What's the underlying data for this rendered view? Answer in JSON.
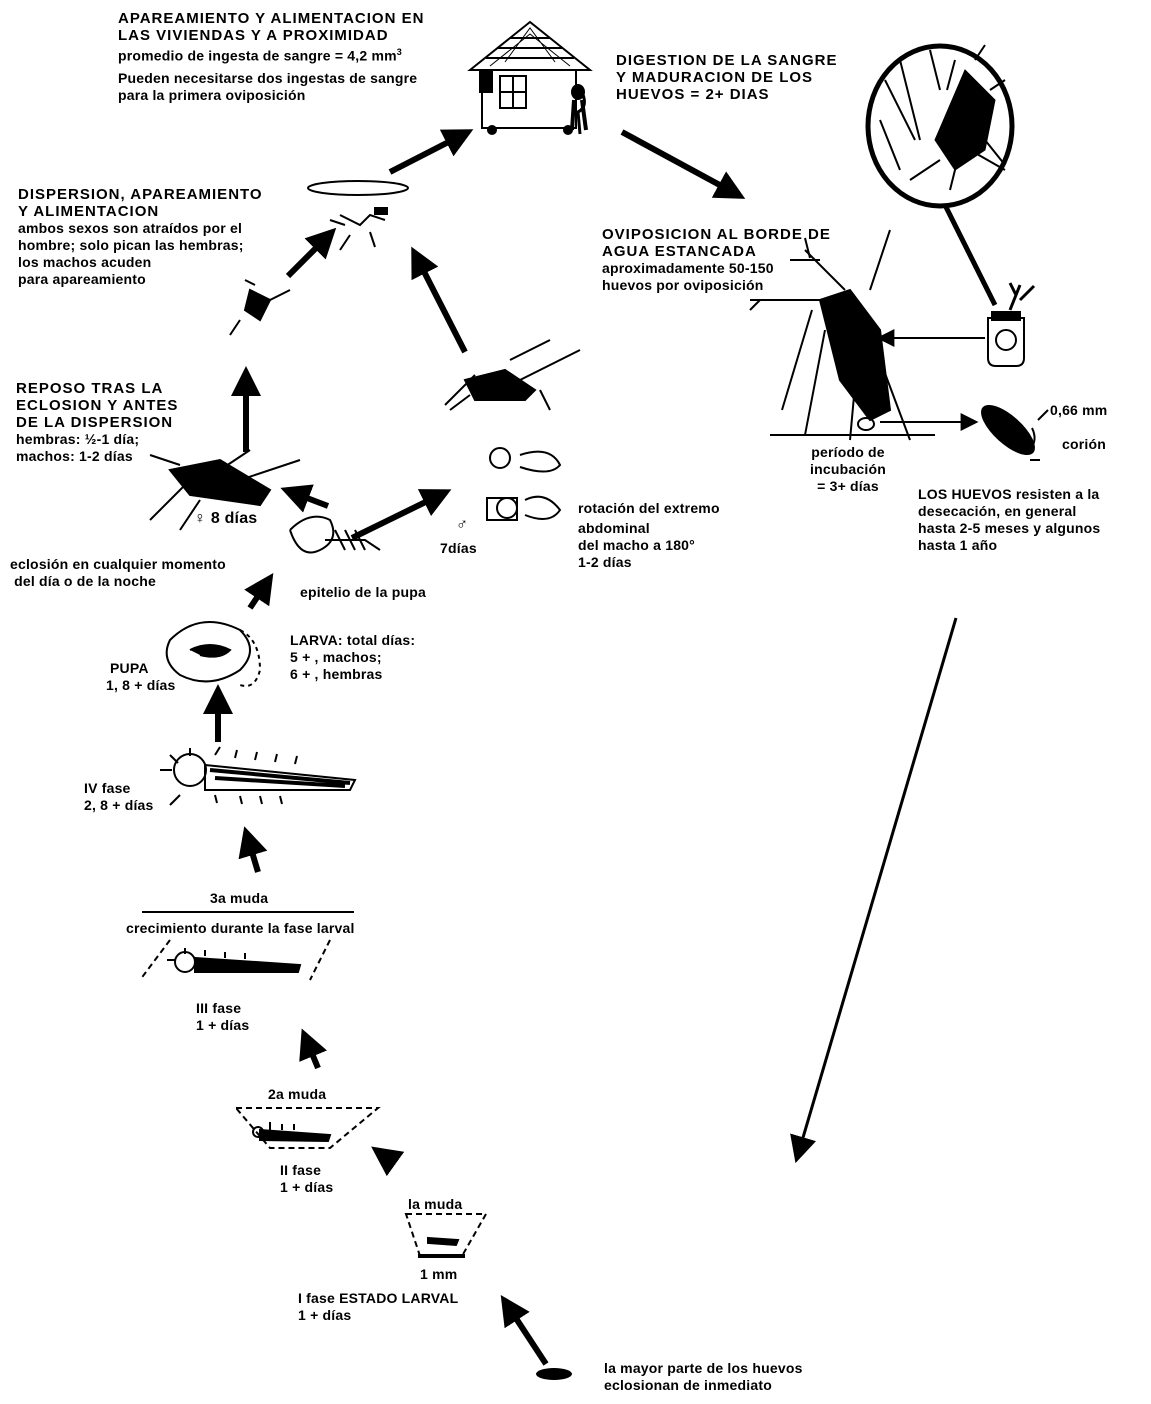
{
  "colors": {
    "ink": "#000000",
    "paper": "#ffffff"
  },
  "texts": {
    "mating_feeding": {
      "heading": [
        "APAREAMIENTO Y ALIMENTACION EN",
        "LAS VIVIENDAS Y A PROXIMIDAD"
      ],
      "intake": "promedio de ingesta de sangre = 4,2 mm",
      "intake_sup": "3",
      "note": [
        "Pueden necesitarse dos ingestas de sangre",
        "para la primera oviposición"
      ]
    },
    "digestion": [
      "DIGESTION DE LA SANGRE",
      "Y MADURACION DE LOS",
      "HUEVOS = 2+ DIAS"
    ],
    "dispersion": {
      "heading": [
        "DISPERSION, APAREAMIENTO",
        "Y ALIMENTACION"
      ],
      "body": [
        "ambos sexos son atraídos por el",
        "hombre; solo pican las hembras;",
        "los machos acuden",
        "para apareamiento"
      ]
    },
    "oviposition": {
      "heading": [
        "OVIPOSICION AL BORDE DE",
        "AGUA ESTANCADA"
      ],
      "body": [
        "aproximadamente 50-150",
        "huevos por oviposición"
      ]
    },
    "rest": {
      "heading": [
        "REPOSO TRAS LA",
        "ECLOSION Y  ANTES",
        "DE LA DISPERSION"
      ],
      "body": [
        "hembras: ½-1 día;",
        "machos: 1-2 días"
      ]
    },
    "egg_size": "0,66 mm",
    "chorion": "corión",
    "incubation": [
      "período de",
      "incubación",
      "= 3+ días"
    ],
    "eggs_resist": [
      "LOS HUEVOS resisten a la",
      "desecación, en general",
      "hasta 2-5 meses y algunos",
      "hasta 1 año"
    ],
    "female_days": "♀ 8 días",
    "male_days": "♂",
    "male_days_text": "7días",
    "rotation": [
      "rotación del extremo",
      "abdominal",
      "del macho a 180°",
      "1-2 días"
    ],
    "eclosion": [
      "eclosión en cualquier momento",
      " del día o de la noche"
    ],
    "pupa_epithelium": "epitelio de la pupa",
    "larva_total": [
      "LARVA: total días:",
      "5 + , machos;",
      "6 + , hembras"
    ],
    "pupa": [
      "PUPA",
      "1, 8 +  días"
    ],
    "phase4": [
      "IV fase",
      "2, 8 +  días"
    ],
    "molt3": "3a muda",
    "growth": "crecimiento durante la fase larval",
    "phase3": [
      "III fase",
      "1 +  días"
    ],
    "molt2": "2a muda",
    "phase2": [
      "II fase",
      "1 +  días"
    ],
    "molt1": "la muda",
    "one_mm": "1 mm",
    "phase1": [
      "I fase ESTADO LARVAL",
      "1 +  días"
    ],
    "most_eggs": [
      "la mayor parte de los huevos",
      "eclosionan de inmediato"
    ]
  }
}
